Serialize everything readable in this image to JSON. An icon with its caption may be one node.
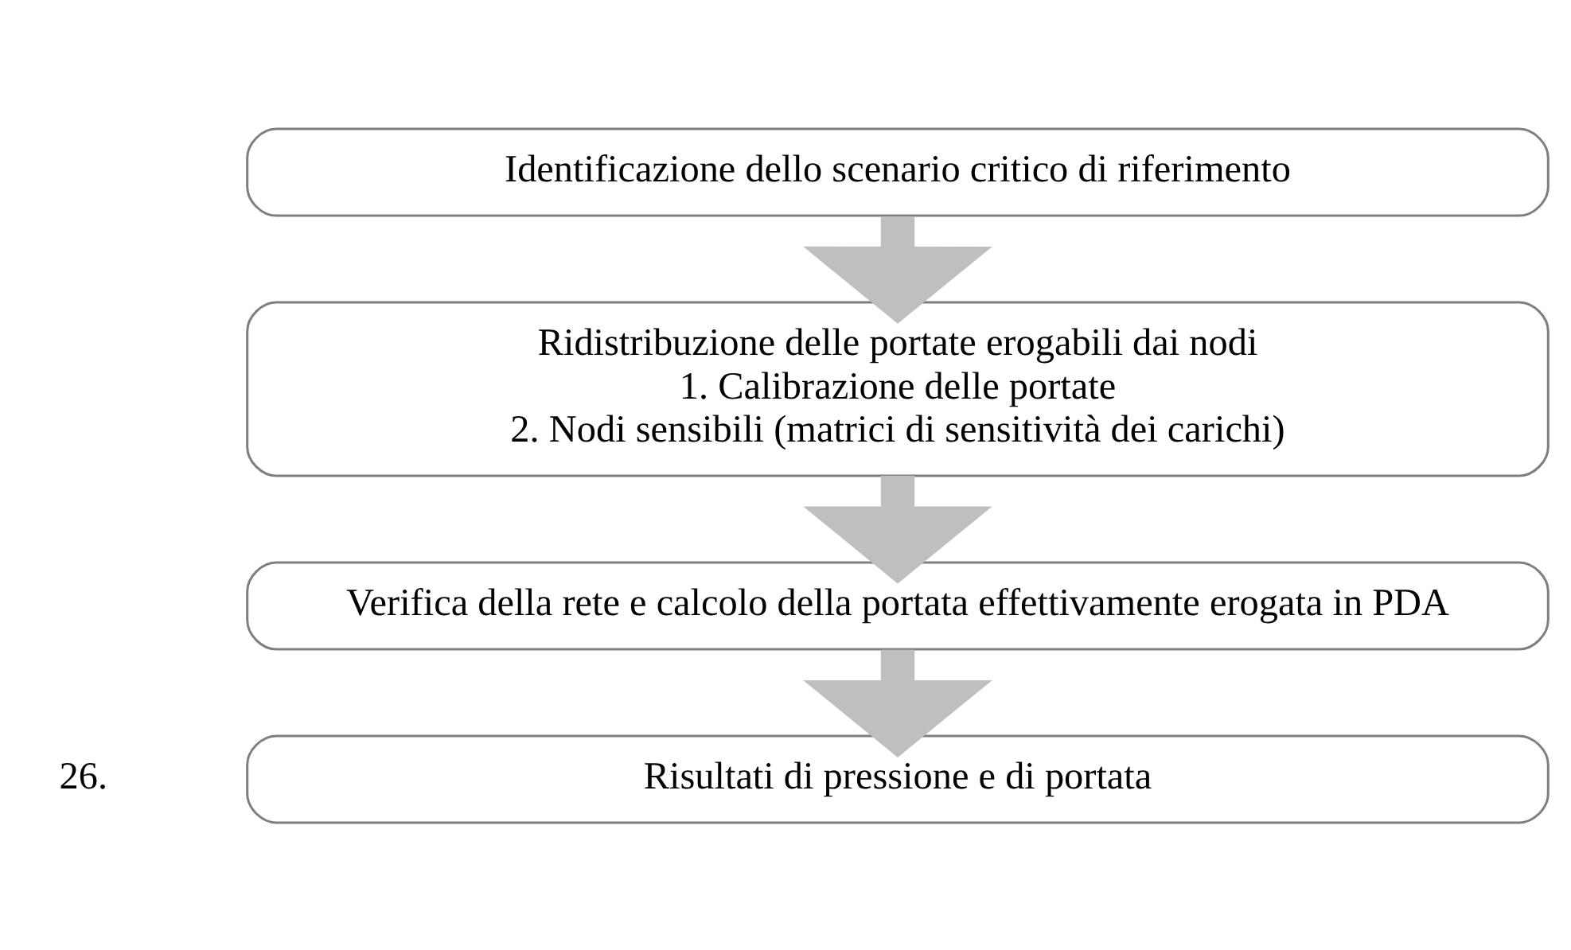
{
  "diagram": {
    "nodes": [
      {
        "text": [
          "Identificazione dello scenario critico di riferimento"
        ]
      },
      {
        "text": [
          "Ridistribuzione delle portate erogabili dai nodi",
          "1. Calibrazione delle portate",
          "2. Nodi sensibili (matrici di sensitività dei carichi)"
        ]
      },
      {
        "text": [
          "Verifica della rete e calcolo della portata effettivamente erogata in PDA"
        ]
      },
      {
        "text": [
          "Risultati di pressione e di portata"
        ]
      }
    ],
    "edges": [
      {
        "from": 0,
        "to": 1,
        "arrow": "to"
      },
      {
        "from": 1,
        "to": 2,
        "arrow": "to"
      },
      {
        "from": 2,
        "to": 3,
        "arrow": "to"
      }
    ],
    "labels": [
      "26."
    ]
  }
}
